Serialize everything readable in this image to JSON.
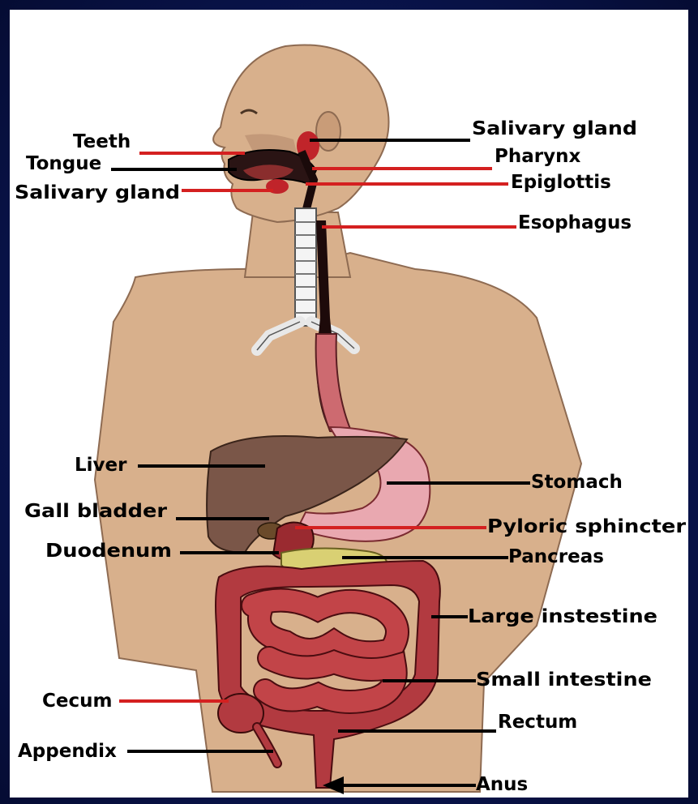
{
  "labels": {
    "teeth": "Teeth",
    "tongue": "Tongue",
    "salivary_gland_left": "Salivary gland",
    "salivary_gland_right": "Salivary gland",
    "pharynx": "Pharynx",
    "epiglottis": "Epiglottis",
    "esophagus": "Esophagus",
    "liver": "Liver",
    "gall_bladder": "Gall bladder",
    "duodenum": "Duodenum",
    "stomach": "Stomach",
    "pyloric_sphincter": "Pyloric sphincter",
    "pancreas": "Pancreas",
    "large_intestine": "Large instestine",
    "small_intestine": "Small intestine",
    "cecum": "Cecum",
    "rectum": "Rectum",
    "appendix": "Appendix",
    "anus": "Anus"
  },
  "colors": {
    "background": "#0a1550",
    "skin": "#d7b08c",
    "skin_shadow": "#b28e6d",
    "liver": "#7a5648",
    "stomach": "#e7a3ac",
    "intestine": "#b83a3f",
    "pancreas": "#d8cf72",
    "red_pointer": "#d42020",
    "black_pointer": "#000000"
  }
}
